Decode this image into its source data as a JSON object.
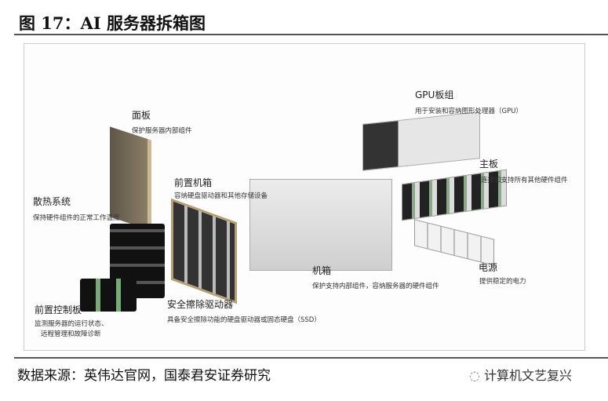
{
  "title": "图 17：AI 服务器拆箱图",
  "components": [
    {
      "name": "面板",
      "desc": "保护服务器内部组件"
    },
    {
      "name": "前置机箱",
      "desc": "容纳硬盘驱动器和其他存储设备"
    },
    {
      "name": "散热系统",
      "desc": "保持硬件组件的正常工作温度"
    },
    {
      "name": "GPU板组",
      "desc": "用于安装和容纳图形处理器（GPU）"
    },
    {
      "name": "主板",
      "desc": "连接和支持所有其他硬件组件"
    },
    {
      "name": "机箱",
      "desc": "保护支持内部组件，容纳服务器的硬件组件"
    },
    {
      "name": "电源",
      "desc": "提供稳定的电力"
    },
    {
      "name": "前置控制板",
      "desc": "监测服务器的运行状态、",
      "desc2": "远程管理和故障诊断"
    },
    {
      "name": "安全擦除驱动器",
      "desc": "具备安全擦除功能的硬盘驱动器或固态硬盘（SSD）"
    }
  ],
  "source": "数据来源：英伟达官网，国泰君安证券研究",
  "watermark": "计算机文艺复兴"
}
